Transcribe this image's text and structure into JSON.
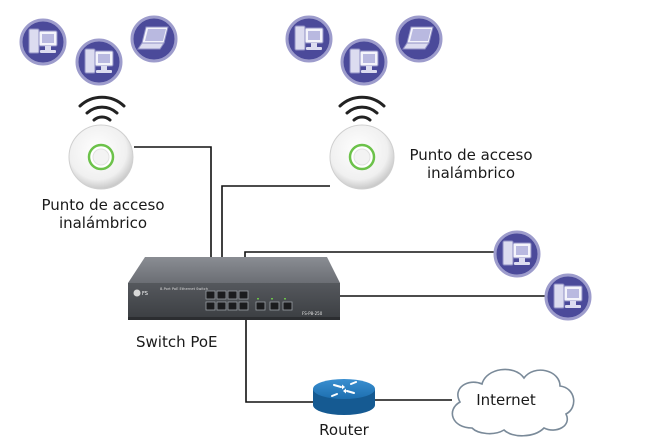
{
  "labels": {
    "ap_left_line1": "Punto de acceso",
    "ap_left_line2": "inalámbrico",
    "ap_right_line1": "Punto de acceso",
    "ap_right_line2": "inalámbrico",
    "switch": "Switch PoE",
    "router": "Router",
    "internet": "Internet"
  },
  "switch_face": {
    "brand": "FS",
    "model": "FS-P8-250",
    "caption": "8-Port PoE Ethernet Switch"
  },
  "nodes": [
    {
      "id": "client-desktop-1",
      "icon": "desktop-computer-icon",
      "group": "left-ap"
    },
    {
      "id": "client-desktop-2",
      "icon": "desktop-computer-icon",
      "group": "left-ap"
    },
    {
      "id": "client-laptop-1",
      "icon": "laptop-icon",
      "group": "left-ap"
    },
    {
      "id": "client-desktop-3",
      "icon": "desktop-computer-icon",
      "group": "right-ap"
    },
    {
      "id": "client-desktop-4",
      "icon": "desktop-computer-icon",
      "group": "right-ap"
    },
    {
      "id": "client-laptop-2",
      "icon": "laptop-icon",
      "group": "right-ap"
    },
    {
      "id": "wired-desktop-1",
      "icon": "desktop-computer-icon",
      "group": "switch"
    },
    {
      "id": "wired-desktop-2",
      "icon": "desktop-computer-icon",
      "group": "switch"
    },
    {
      "id": "access-point-left",
      "icon": "access-point-icon"
    },
    {
      "id": "access-point-right",
      "icon": "access-point-icon"
    },
    {
      "id": "poe-switch",
      "icon": "switch-icon"
    },
    {
      "id": "router",
      "icon": "router-icon"
    },
    {
      "id": "internet",
      "icon": "cloud-icon"
    }
  ],
  "colors": {
    "icon_circle": "#4b4a9a",
    "icon_circle_border": "#9d9ccc",
    "router_blue": "#1d6fb0",
    "cable": "#111111",
    "switch_body": "#5b5e64",
    "ap_ring": "#6cc24a"
  }
}
